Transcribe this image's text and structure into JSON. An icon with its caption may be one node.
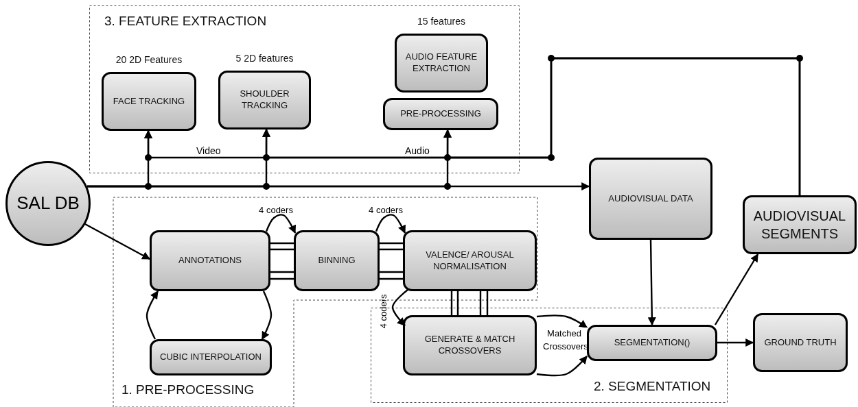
{
  "diagram": {
    "nodes": [
      {
        "text": [
          "3. FEATURE EXTRACTION"
        ]
      },
      {
        "text": [
          "FACE TRACKING"
        ],
        "beside": [
          "20 2D Features"
        ],
        "in": 0
      },
      {
        "text": [
          "SHOULDER TRACKING"
        ],
        "beside": [
          "5 2D features"
        ],
        "in": 0
      },
      {
        "text": [
          "AUDIO FEATURE EXTRACTION"
        ],
        "beside": [
          "15 features"
        ],
        "in": 0
      },
      {
        "text": [
          "PRE-PROCESSING"
        ],
        "in": 0
      },
      {
        "text": [
          "SAL DB"
        ]
      },
      {
        "text": [
          "AUDIOVISUAL DATA"
        ]
      },
      {
        "text": [
          "AUDIOVISUAL SEGMENTS"
        ]
      },
      {
        "text": [
          "1. PRE-PROCESSING"
        ]
      },
      {
        "text": [
          "ANNOTATIONS"
        ],
        "in": 8
      },
      {
        "text": [
          "BINNING"
        ],
        "in": 8
      },
      {
        "text": [
          "VALENCE/ AROUSAL NORMALISATION"
        ],
        "in": 8
      },
      {
        "text": [
          "CUBIC INTERPOLATION"
        ],
        "in": 8
      },
      {
        "text": [
          "2. SEGMENTATION"
        ]
      },
      {
        "text": [
          "GENERATE & MATCH CROSSOVERS"
        ],
        "in": 13
      },
      {
        "text": [
          "SEGMENTATION()"
        ],
        "in": 13
      },
      {
        "text": [
          "GROUND TRUTH"
        ]
      }
    ],
    "edges": [
      {
        "from": 5,
        "to": 1,
        "arrow": "to"
      },
      {
        "from": 5,
        "to": 2,
        "arrow": "to"
      },
      {
        "from": 5,
        "to": 4,
        "arrow": "to"
      },
      {
        "from": 5,
        "to": 6,
        "arrow": "to"
      },
      {
        "from": 7,
        "to": 1,
        "arrow": "to"
      },
      {
        "from": 7,
        "to": 2,
        "arrow": "to"
      },
      {
        "from": 7,
        "to": 4,
        "arrow": "to"
      },
      {
        "from": 5,
        "to": 9,
        "arrow": "to"
      },
      {
        "from": 9,
        "to": 10,
        "arrow": "to",
        "label": "4 coders"
      },
      {
        "from": 10,
        "to": 11,
        "arrow": "to",
        "label": "4 coders"
      },
      {
        "from": 9,
        "to": 10,
        "arrow": "none"
      },
      {
        "from": 9,
        "to": 10,
        "arrow": "none"
      },
      {
        "from": 10,
        "to": 11,
        "arrow": "none"
      },
      {
        "from": 10,
        "to": 11,
        "arrow": "none"
      },
      {
        "from": 11,
        "to": 14,
        "arrow": "none"
      },
      {
        "from": 11,
        "to": 14,
        "arrow": "none"
      },
      {
        "from": 9,
        "to": 12,
        "arrow": "to"
      },
      {
        "from": 12,
        "to": 9,
        "arrow": "to"
      },
      {
        "from": 11,
        "to": 14,
        "arrow": "to",
        "label": "4 coders"
      },
      {
        "from": 14,
        "to": 15,
        "arrow": "to",
        "label": "Matched Crossovers"
      },
      {
        "from": 14,
        "to": 15,
        "arrow": "to"
      },
      {
        "from": 6,
        "to": 15,
        "arrow": "to"
      },
      {
        "from": 15,
        "to": 7,
        "arrow": "to"
      },
      {
        "from": 15,
        "to": 16,
        "arrow": "to"
      }
    ],
    "labels": [
      "Video",
      "Audio"
    ]
  }
}
